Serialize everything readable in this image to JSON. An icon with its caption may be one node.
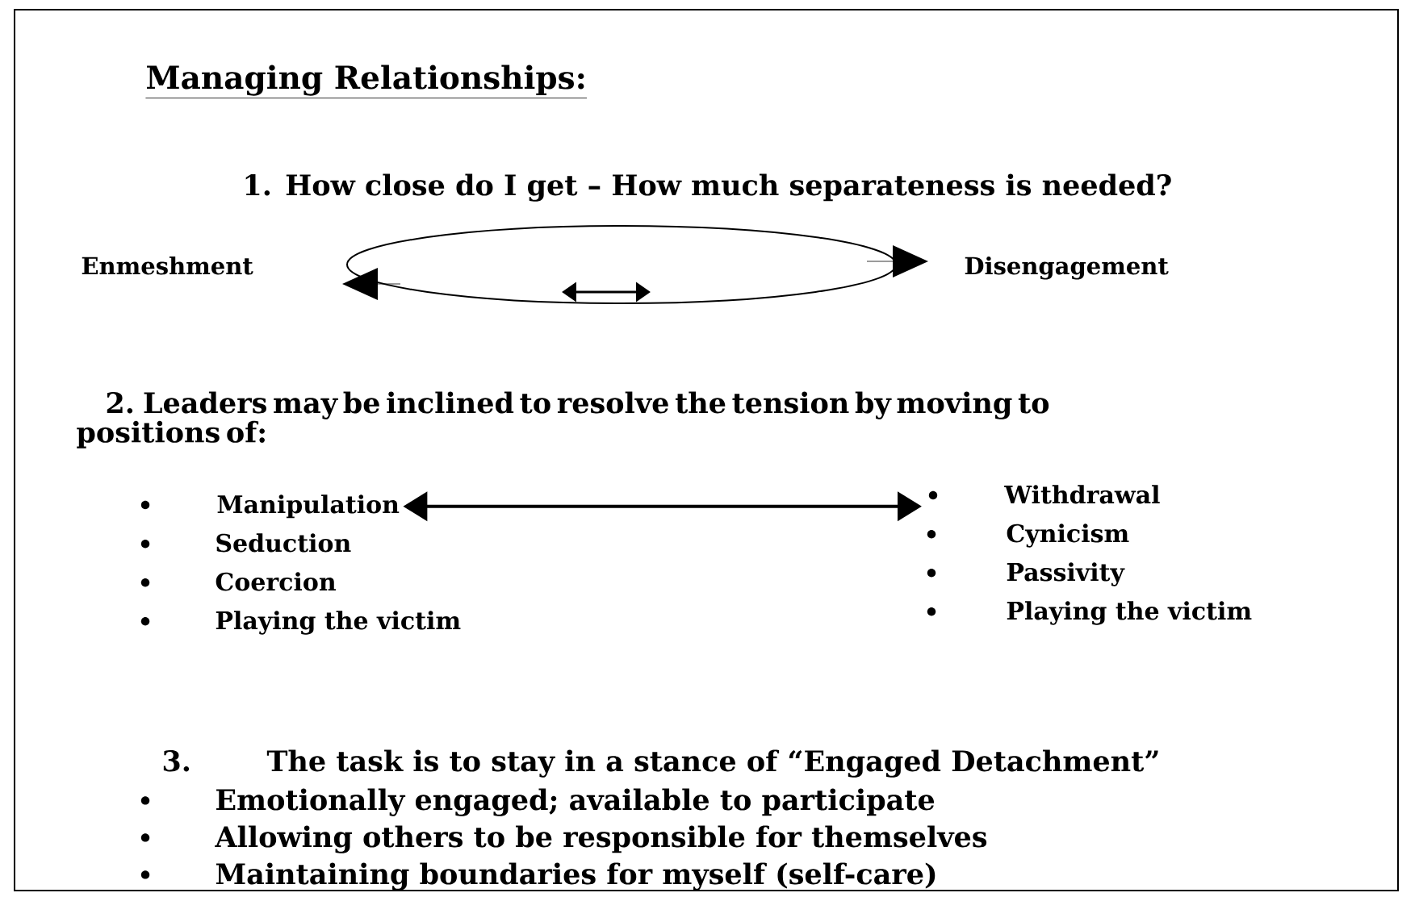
{
  "diagram": {
    "title": "Managing Relationships:",
    "nodes": [
      {
        "text": [
          "Manipulation"
        ]
      },
      {
        "text": [
          "Withdrawal"
        ]
      }
    ],
    "edges": [
      {
        "from": 0,
        "to": 1,
        "arrow": "both"
      }
    ],
    "labels": [
      "1. How close do I get – How much separateness is needed?",
      "Enmeshment",
      "Disengagement",
      "2. Leaders may be inclined to resolve the tension by moving to positions of:",
      "Seduction",
      "Coercion",
      "Playing the victim",
      "Cynicism",
      "Passivity",
      "Playing the victim",
      "3.",
      "The task is to stay in a stance of “Engaged Detachment”",
      "Emotionally engaged; available to participate",
      "Allowing others to be responsible for themselves",
      "Maintaining boundaries for myself (self-care)"
    ]
  }
}
